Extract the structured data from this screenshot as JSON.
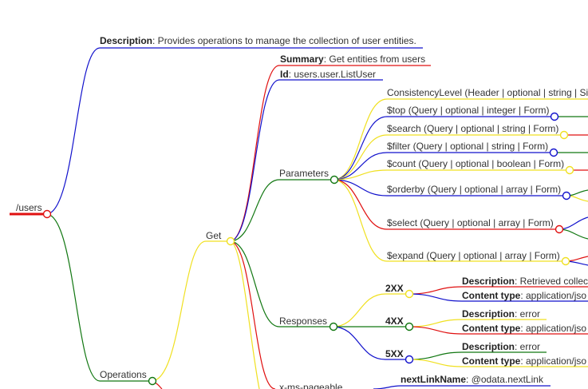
{
  "colors": {
    "blue": "#1111cc",
    "red": "#e01010",
    "green": "#117711",
    "yellow": "#f0e020"
  },
  "root": {
    "label": "/users"
  },
  "description": {
    "key": "Description",
    "value": ": Provides operations to manage the collection of user entities."
  },
  "operations": {
    "label": "Operations"
  },
  "get": {
    "label": "Get",
    "summary": {
      "key": "Summary",
      "value": ": Get entities from users"
    },
    "id": {
      "key": "Id",
      "value": ": users.user.ListUser"
    },
    "parameters_label": "Parameters",
    "parameters": [
      "ConsistencyLevel (Header | optional | string | Si",
      "$top (Query | optional | integer | Form)",
      "$search (Query | optional | string | Form)",
      "$filter (Query | optional | string | Form)",
      "$count (Query | optional | boolean | Form)",
      "$orderby (Query | optional | array | Form)",
      "$select (Query | optional | array | Form)",
      "$expand (Query | optional | array | Form)"
    ],
    "responses_label": "Responses",
    "responses": [
      {
        "code": "2XX",
        "desc": {
          "key": "Description",
          "value": ": Retrieved collec"
        },
        "ctype": {
          "key": "Content type",
          "value": ": application/jso"
        }
      },
      {
        "code": "4XX",
        "desc": {
          "key": "Description",
          "value": ": error"
        },
        "ctype": {
          "key": "Content type",
          "value": ": application/jso"
        }
      },
      {
        "code": "5XX",
        "desc": {
          "key": "Description",
          "value": ": error"
        },
        "ctype": {
          "key": "Content type",
          "value": ": application/jso"
        }
      }
    ],
    "pageable": {
      "label": "x-ms-pageable",
      "next_link": {
        "key": "nextLinkName",
        "value": ": @odata.nextLink"
      }
    }
  }
}
